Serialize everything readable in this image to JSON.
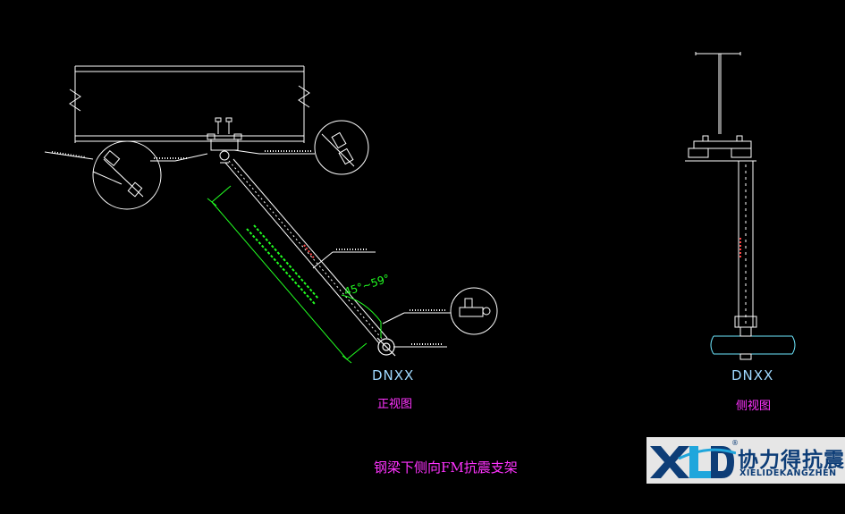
{
  "drawing": {
    "title": "钢梁下侧向FM抗震支架",
    "front_view": {
      "pipe_label": "DNXX",
      "view_name": "正视图",
      "angle_label": "45°~59°"
    },
    "side_view": {
      "pipe_label": "DNXX",
      "view_name": "侧视图"
    }
  },
  "logo": {
    "mark": "XLD",
    "registered": "®",
    "name_cn": "协力得抗震",
    "name_pinyin": "XIELIDEKANGZHEN"
  },
  "colors": {
    "background": "#000000",
    "linework": "#ffffff",
    "dimension": "#22ff22",
    "label_cyan": "#9fd8ff",
    "label_magenta": "#ff33ff",
    "pipe": "#6ee8ff",
    "logo_navy": "#0d3d77",
    "logo_cyan": "#1fa6dc"
  }
}
